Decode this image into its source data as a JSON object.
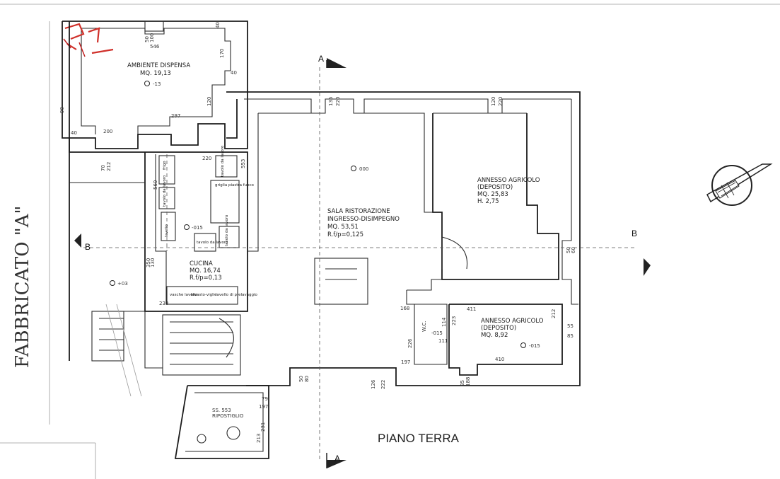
{
  "drawing": {
    "floor_title": "PIANO TERRA",
    "building_label": "FABBRICATO \"A\"",
    "section_a_top": "A",
    "section_a_bottom": "A",
    "section_b_left": "B",
    "section_b_right": "B"
  },
  "rooms": {
    "dispensa": {
      "name": "AMBIENTE DISPENSA",
      "area": "MQ. 19,13",
      "level": "-13"
    },
    "sala": {
      "name": "SALA RISTORAZIONE",
      "name2": "INGRESSO-DISIMPEGNO",
      "area": "MQ. 53,51",
      "ratio": "R.f/p=0,125",
      "level": "000"
    },
    "cucina": {
      "name": "CUCINA",
      "area": "MQ. 16,74",
      "ratio": "R.f/p=0,13",
      "level": "-015"
    },
    "annesso1": {
      "name": "ANNESSO AGRICOLO",
      "sub": "(DEPOSITO)",
      "area": "MQ. 25,83",
      "height": "H. 2,75"
    },
    "annesso2": {
      "name": "ANNESSO AGRICOLO",
      "sub": "(DEPOSITO)",
      "area": "MQ. 8,92",
      "level": "-015"
    },
    "wc": {
      "name": "W.C.",
      "level": "-015"
    },
    "external": {
      "level": "+03"
    },
    "lower": {
      "name": "SS. 553",
      "sub": "RIPOSTIGLIO"
    }
  },
  "fixtures": {
    "frigo": "frigo",
    "tavolo_lavoro_1": "tavolo da lavoro",
    "tavolo_lavoro_2": "tavolo da lavoro",
    "griglia": "griglia piastra fuoco",
    "lavello": "lavello",
    "tavolo_lavoro_3": "tavolo da lavoro",
    "tavolo_lavoro_4": "tavolo da lavoro",
    "vasche": "vasche lavello",
    "lavastoviglie": "lavasto-viglie",
    "lavello_prelavaggio": "lavello di prelavaggio"
  },
  "dimensions": {
    "d100": "100",
    "d50": "50",
    "d40a": "40",
    "d170": "170",
    "d40b": "40",
    "d546": "546",
    "d120a": "120",
    "d90": "90",
    "d40c": "40",
    "d200": "200",
    "d297": "297",
    "d120b": "120",
    "d70": "70",
    "d212": "212",
    "d135": "135",
    "d220a": "220",
    "d120c": "120",
    "d220b": "220",
    "d220c": "220",
    "d553": "553",
    "d560": "560",
    "d350": "350",
    "d130": "130",
    "d233": "233",
    "d50b": "50",
    "d60": "60",
    "d411": "411",
    "d212b": "212",
    "d223": "223",
    "d55": "55",
    "d85": "85",
    "d410": "410",
    "d188": "188",
    "d85b": "85",
    "d126": "126",
    "d222": "222",
    "d197": "197",
    "d226": "226",
    "d114": "114",
    "d111": "111",
    "d168": "168",
    "d79": "79",
    "d197b": "197",
    "d231": "231",
    "d213": "213",
    "d50c": "50",
    "d80": "80"
  }
}
